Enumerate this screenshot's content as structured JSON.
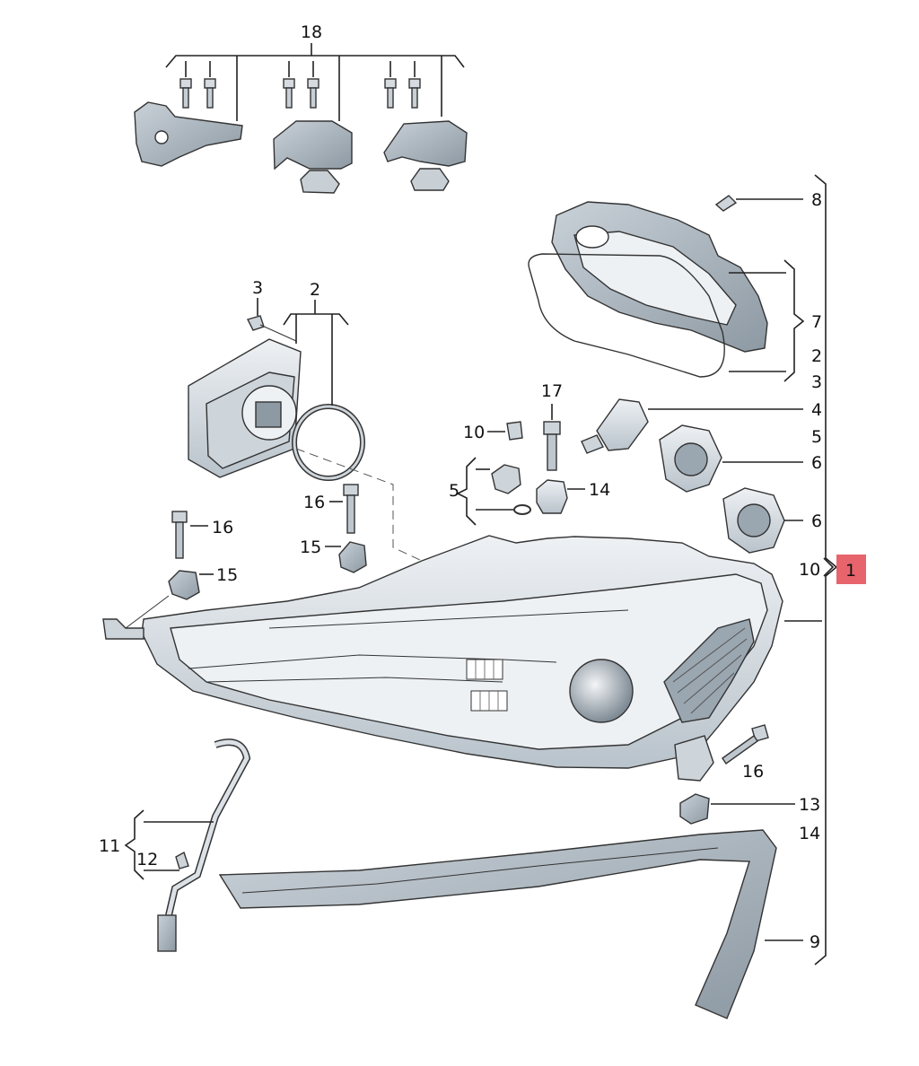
{
  "callouts": {
    "c18": "18",
    "c8": "8",
    "c7": "7",
    "c2_right": "2",
    "c3_right": "3",
    "c4": "4",
    "c5_right": "5",
    "c6_top": "6",
    "c6_bottom": "6",
    "c10_right": "10",
    "c1": "1",
    "c13": "13",
    "c14_right": "14",
    "c9": "9",
    "c3_left": "3",
    "c2_left": "2",
    "c16_mid": "16",
    "c15_mid": "15",
    "c16_left": "16",
    "c15_left": "15",
    "c17": "17",
    "c10_mid": "10",
    "c5_mid": "5",
    "c14_mid": "14",
    "c16_right": "16",
    "c11": "11",
    "c12": "12"
  },
  "colors": {
    "highlight": "#e8646c",
    "part_fill": "#dbe1e6",
    "part_dark": "#9aa6b0",
    "part_light": "#eef1f4"
  }
}
